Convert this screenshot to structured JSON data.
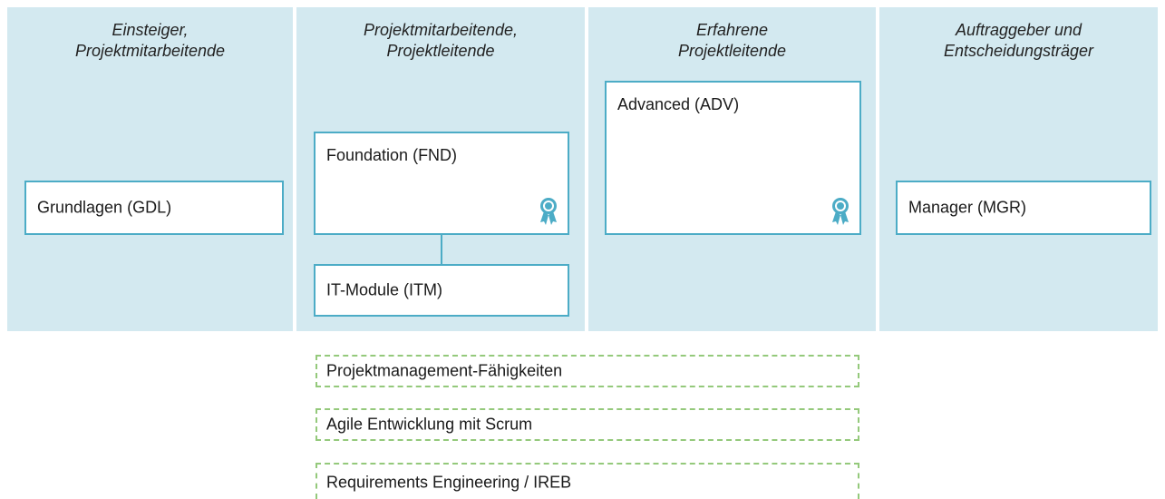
{
  "columns": [
    {
      "header_line1": "Einsteiger,",
      "header_line2": "Projektmitarbeitende"
    },
    {
      "header_line1": "Projektmitarbeitende,",
      "header_line2": "Projektleitende"
    },
    {
      "header_line1": "Erfahrene",
      "header_line2": "Projektleitende"
    },
    {
      "header_line1": "Auftraggeber und",
      "header_line2": "Entscheidungsträger"
    }
  ],
  "modules": {
    "gdl": "Grundlagen (GDL)",
    "fnd": "Foundation (FND)",
    "itm": "IT-Module (ITM)",
    "adv": "Advanced (ADV)",
    "mgr": "Manager (MGR)"
  },
  "skills": [
    "Projektmanagement-Fähigkeiten",
    "Agile Entwicklung mit Scrum",
    "Requirements Engineering / IREB"
  ],
  "colors": {
    "column_bg": "#d3e9f0",
    "box_border": "#4cacc6",
    "skill_border": "#94c97b",
    "badge": "#4cacc6"
  },
  "icons": {
    "certificate": "certificate-badge-icon"
  }
}
